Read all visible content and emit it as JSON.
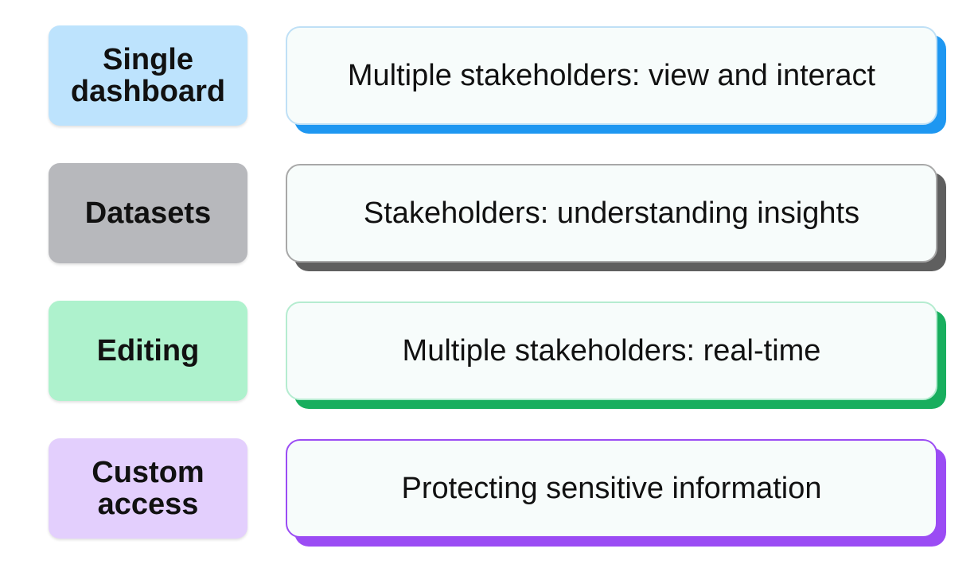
{
  "rows": [
    {
      "label": "Single dashboard",
      "description": "Multiple stakeholders: view and interact",
      "label_bg": "#bde3fd",
      "card_border": "#bfe0f6",
      "card_shadow": "#1e97f1"
    },
    {
      "label": "Datasets",
      "description": "Stakeholders: understanding insights",
      "label_bg": "#b7b8bc",
      "card_border": "#a8a8a8",
      "card_shadow": "#5f5f5f"
    },
    {
      "label": "Editing",
      "description": "Multiple stakeholders: real-time",
      "label_bg": "#aef2cd",
      "card_border": "#b5ecd0",
      "card_shadow": "#18ae5e"
    },
    {
      "label": "Custom access",
      "description": "Protecting sensitive information",
      "label_bg": "#e3cffd",
      "card_border": "#9b4cf4",
      "card_shadow": "#9b4cf4"
    }
  ]
}
